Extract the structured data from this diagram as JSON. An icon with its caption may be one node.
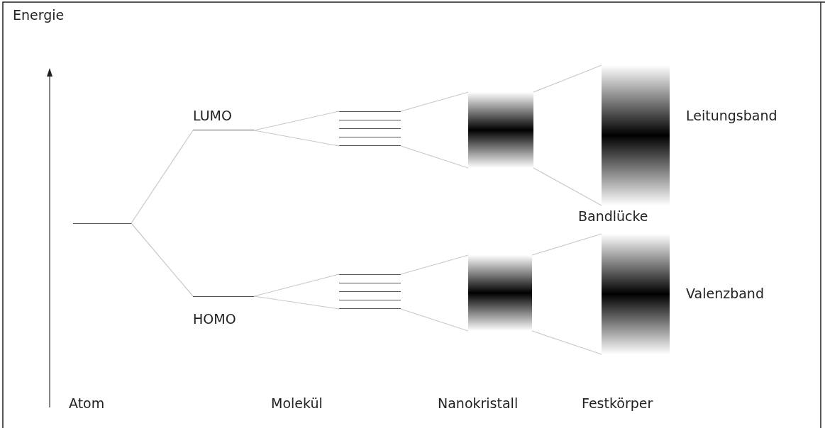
{
  "diagram": {
    "nodes": [
      {
        "text": [],
        "shape": "bar"
      },
      {
        "text": [
          "LUMO"
        ]
      },
      {
        "text": [
          "HOMO"
        ]
      },
      {
        "text": [],
        "shape": "bar"
      },
      {
        "text": [],
        "shape": "bar"
      },
      {
        "text": [],
        "shape": "bar"
      },
      {
        "text": [],
        "shape": "bar"
      },
      {
        "text": [],
        "shape": "bar"
      },
      {
        "text": [],
        "shape": "bar"
      }
    ],
    "edges": [
      {
        "from": 0,
        "to": 1,
        "arrow": "none"
      },
      {
        "from": 0,
        "to": 2,
        "arrow": "none"
      },
      {
        "from": 1,
        "to": 3,
        "arrow": "none"
      },
      {
        "from": 1,
        "to": 3,
        "arrow": "none"
      },
      {
        "from": 2,
        "to": 4,
        "arrow": "none"
      },
      {
        "from": 2,
        "to": 4,
        "arrow": "none"
      },
      {
        "from": 3,
        "to": 5,
        "arrow": "none"
      },
      {
        "from": 3,
        "to": 5,
        "arrow": "none"
      },
      {
        "from": 4,
        "to": 6,
        "arrow": "none"
      },
      {
        "from": 4,
        "to": 6,
        "arrow": "none"
      },
      {
        "from": 5,
        "to": 7,
        "arrow": "none"
      },
      {
        "from": 5,
        "to": 7,
        "arrow": "none"
      },
      {
        "from": 6,
        "to": 8,
        "arrow": "none"
      },
      {
        "from": 6,
        "to": 8,
        "arrow": "none"
      }
    ],
    "labels": [
      "Energie",
      "Leitungsband",
      "Bandlücke",
      "Valenzband",
      "Atom",
      "Molekül",
      "Nanokristall",
      "Festkörper"
    ]
  }
}
